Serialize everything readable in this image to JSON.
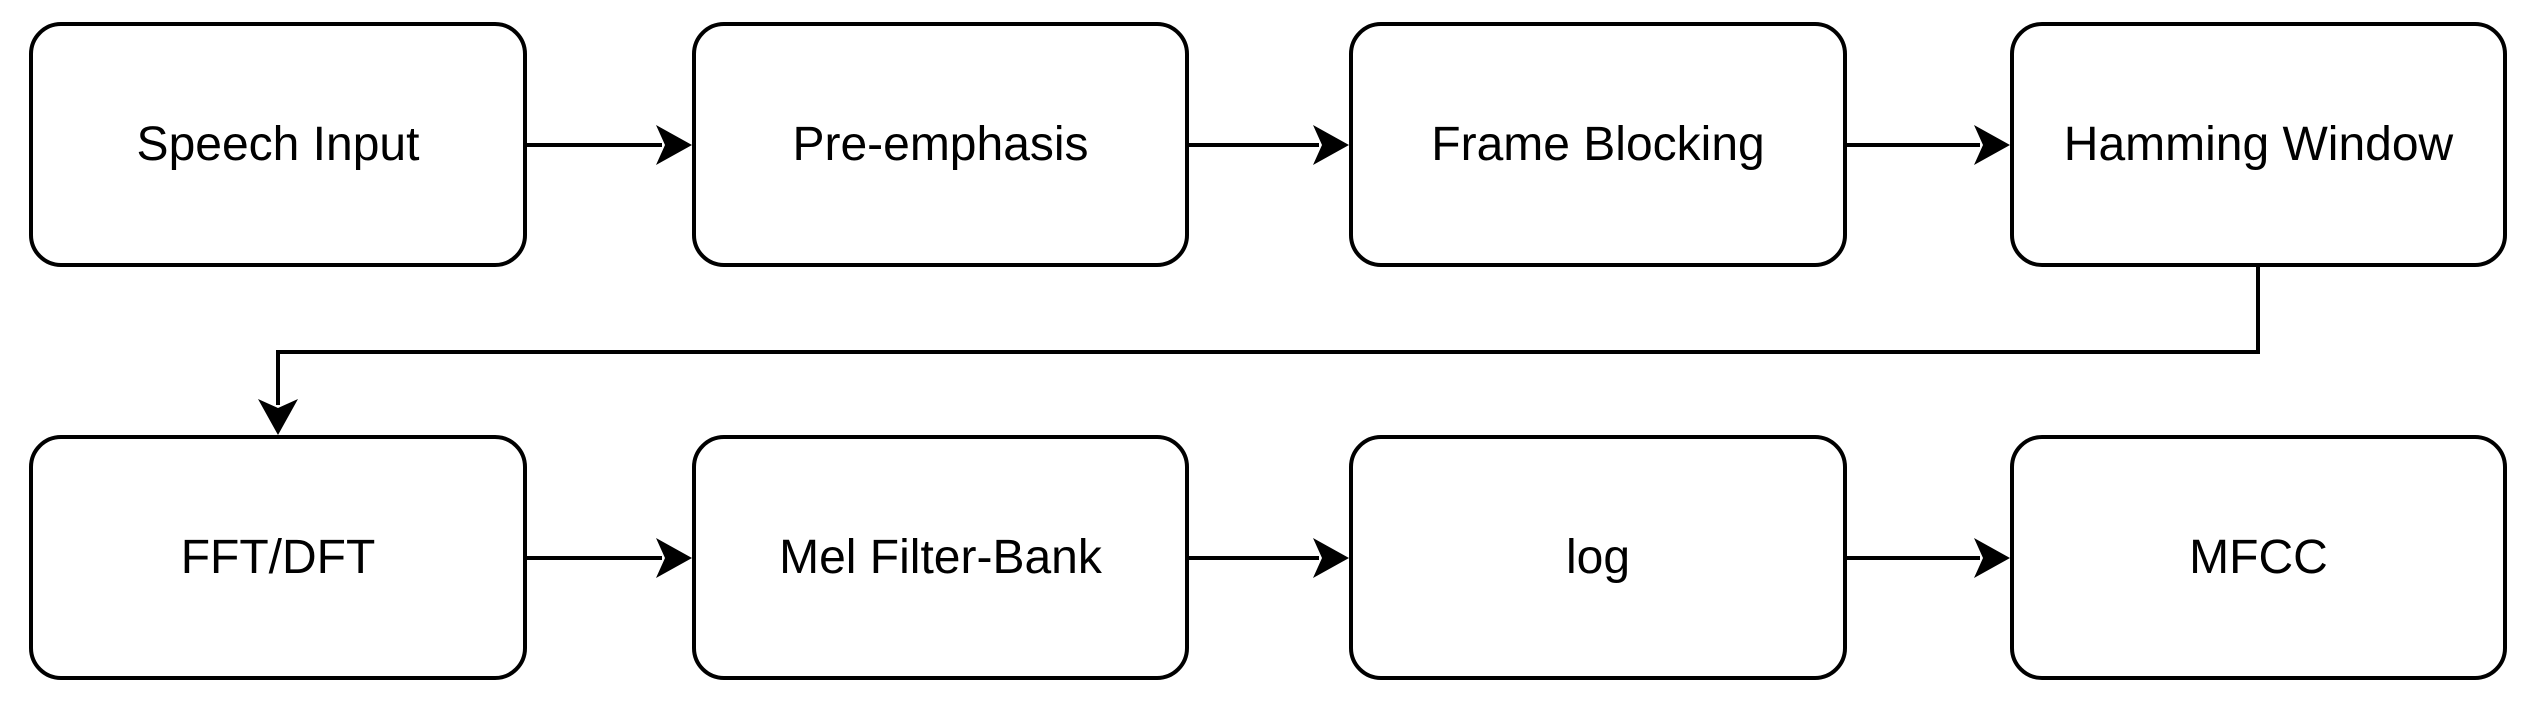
{
  "diagram": {
    "type": "flowchart",
    "background_color": "#ffffff",
    "node_fill_color": "#ffffff",
    "node_border_color": "#000000",
    "arrow_color": "#000000",
    "text_color": "#000000",
    "nodes": [
      {
        "id": "speech-input",
        "label": "Speech Input",
        "row": 1,
        "col": 1
      },
      {
        "id": "pre-emphasis",
        "label": "Pre-emphasis",
        "row": 1,
        "col": 2
      },
      {
        "id": "frame-blocking",
        "label": "Frame Blocking",
        "row": 1,
        "col": 3
      },
      {
        "id": "hamming-window",
        "label": "Hamming Window",
        "row": 1,
        "col": 4
      },
      {
        "id": "fft-dft",
        "label": "FFT/DFT",
        "row": 2,
        "col": 1
      },
      {
        "id": "mel-filter-bank",
        "label": "Mel Filter-Bank",
        "row": 2,
        "col": 2
      },
      {
        "id": "log",
        "label": "log",
        "row": 2,
        "col": 3
      },
      {
        "id": "mfcc",
        "label": "MFCC",
        "row": 2,
        "col": 4
      }
    ],
    "edges": [
      {
        "from": "speech-input",
        "to": "pre-emphasis",
        "style": "straight-arrow-right"
      },
      {
        "from": "pre-emphasis",
        "to": "frame-blocking",
        "style": "straight-arrow-right"
      },
      {
        "from": "frame-blocking",
        "to": "hamming-window",
        "style": "straight-arrow-right"
      },
      {
        "from": "hamming-window",
        "to": "fft-dft",
        "style": "elbow-arrow-down-left-down"
      },
      {
        "from": "fft-dft",
        "to": "mel-filter-bank",
        "style": "straight-arrow-right"
      },
      {
        "from": "mel-filter-bank",
        "to": "log",
        "style": "straight-arrow-right"
      },
      {
        "from": "log",
        "to": "mfcc",
        "style": "straight-arrow-right"
      }
    ]
  }
}
